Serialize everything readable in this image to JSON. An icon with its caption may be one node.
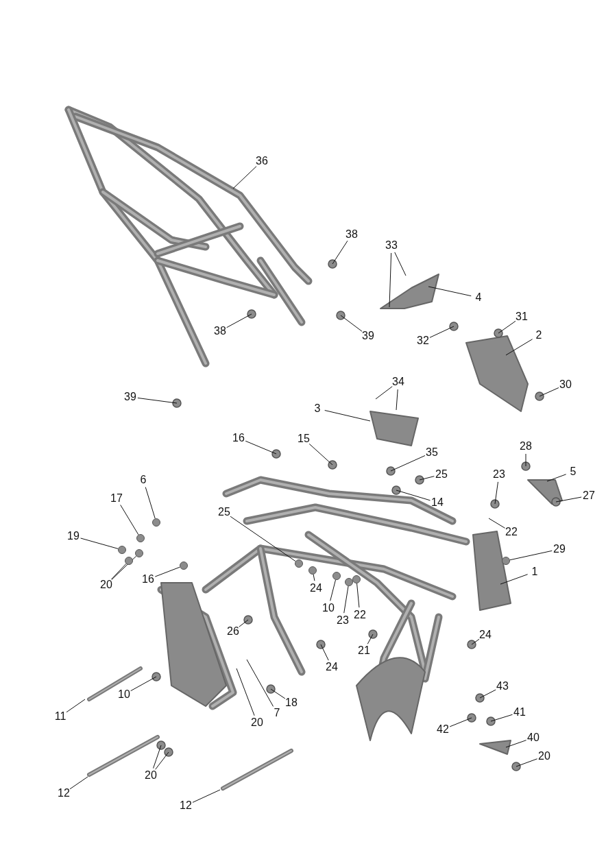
{
  "diagram": {
    "nodes": [
      {
        "text": [
          "36"
        ]
      },
      {
        "text": [
          "38"
        ]
      },
      {
        "text": [
          "33"
        ]
      },
      {
        "text": [
          "4"
        ]
      },
      {
        "text": [
          "38"
        ]
      },
      {
        "text": [
          "39"
        ]
      },
      {
        "text": [
          "31"
        ]
      },
      {
        "text": [
          "2"
        ]
      },
      {
        "text": [
          "32"
        ]
      },
      {
        "text": [
          "34"
        ]
      },
      {
        "text": [
          "30"
        ]
      },
      {
        "text": [
          "39"
        ]
      },
      {
        "text": [
          "3"
        ]
      },
      {
        "text": [
          "16"
        ]
      },
      {
        "text": [
          "15"
        ]
      },
      {
        "text": [
          "28"
        ]
      },
      {
        "text": [
          "35"
        ]
      },
      {
        "text": [
          "25"
        ]
      },
      {
        "text": [
          "5"
        ]
      },
      {
        "text": [
          "23"
        ]
      },
      {
        "text": [
          "14"
        ]
      },
      {
        "text": [
          "27"
        ]
      },
      {
        "text": [
          "6"
        ]
      },
      {
        "text": [
          "17"
        ]
      },
      {
        "text": [
          "25"
        ]
      },
      {
        "text": [
          "22"
        ]
      },
      {
        "text": [
          "19"
        ]
      },
      {
        "text": [
          "29"
        ]
      },
      {
        "text": [
          "16"
        ]
      },
      {
        "text": [
          "20"
        ]
      },
      {
        "text": [
          "1"
        ]
      },
      {
        "text": [
          "24"
        ]
      },
      {
        "text": [
          "10"
        ]
      },
      {
        "text": [
          "23"
        ]
      },
      {
        "text": [
          "22"
        ]
      },
      {
        "text": [
          "26"
        ]
      },
      {
        "text": [
          "24"
        ]
      },
      {
        "text": [
          "21"
        ]
      },
      {
        "text": [
          "24"
        ]
      },
      {
        "text": [
          "10"
        ]
      },
      {
        "text": [
          "11"
        ]
      },
      {
        "text": [
          "20"
        ]
      },
      {
        "text": [
          "7"
        ]
      },
      {
        "text": [
          "18"
        ]
      },
      {
        "text": [
          "43"
        ]
      },
      {
        "text": [
          "41"
        ]
      },
      {
        "text": [
          "42"
        ]
      },
      {
        "text": [
          "40"
        ]
      },
      {
        "text": [
          "20"
        ]
      },
      {
        "text": [
          "20"
        ]
      },
      {
        "text": [
          "12"
        ]
      },
      {
        "text": [
          "12"
        ]
      },
      {
        "text": [],
        "shape": "circle"
      },
      {
        "text": [],
        "shape": "circle"
      },
      {
        "text": [],
        "shape": "circle"
      },
      {
        "text": [],
        "shape": "circle"
      },
      {
        "text": [],
        "shape": "circle"
      },
      {
        "text": [],
        "shape": "circle"
      },
      {
        "text": [],
        "shape": "circle"
      },
      {
        "text": [],
        "shape": "circle"
      },
      {
        "text": [],
        "shape": "circle"
      },
      {
        "text": [],
        "shape": "circle"
      },
      {
        "text": [],
        "shape": "circle"
      },
      {
        "text": [],
        "shape": "circle"
      }
    ],
    "edges": [
      {
        "from": 0,
        "to": null,
        "arrow": "none"
      },
      {
        "from": 1,
        "to": null,
        "arrow": "none"
      },
      {
        "from": 2,
        "to": null,
        "arrow": "none"
      },
      {
        "from": 2,
        "to": null,
        "arrow": "none"
      },
      {
        "from": 3,
        "to": null,
        "arrow": "none"
      },
      {
        "from": 4,
        "to": null,
        "arrow": "none"
      },
      {
        "from": 5,
        "to": null,
        "arrow": "none"
      },
      {
        "from": 6,
        "to": null,
        "arrow": "none"
      },
      {
        "from": 7,
        "to": null,
        "arrow": "none"
      },
      {
        "from": 8,
        "to": null,
        "arrow": "none"
      },
      {
        "from": 9,
        "to": null,
        "arrow": "none"
      },
      {
        "from": 9,
        "to": null,
        "arrow": "none"
      },
      {
        "from": 10,
        "to": null,
        "arrow": "none"
      },
      {
        "from": 11,
        "to": null,
        "arrow": "none"
      },
      {
        "from": 12,
        "to": null,
        "arrow": "none"
      },
      {
        "from": 13,
        "to": null,
        "arrow": "none"
      },
      {
        "from": 14,
        "to": null,
        "arrow": "none"
      },
      {
        "from": 15,
        "to": null,
        "arrow": "none"
      },
      {
        "from": 16,
        "to": null,
        "arrow": "none"
      },
      {
        "from": 17,
        "to": null,
        "arrow": "none"
      },
      {
        "from": 18,
        "to": null,
        "arrow": "none"
      },
      {
        "from": 19,
        "to": null,
        "arrow": "none"
      },
      {
        "from": 20,
        "to": null,
        "arrow": "none"
      },
      {
        "from": 21,
        "to": null,
        "arrow": "none"
      },
      {
        "from": 22,
        "to": 57,
        "arrow": "none"
      },
      {
        "from": 23,
        "to": 58,
        "arrow": "none"
      },
      {
        "from": 24,
        "to": 59,
        "arrow": "none"
      },
      {
        "from": 25,
        "to": null,
        "arrow": "none"
      },
      {
        "from": 26,
        "to": 60,
        "arrow": "none"
      },
      {
        "from": 27,
        "to": 52,
        "arrow": "none"
      },
      {
        "from": 28,
        "to": 61,
        "arrow": "none"
      },
      {
        "from": 29,
        "to": 53,
        "arrow": "none"
      },
      {
        "from": 29,
        "to": 54,
        "arrow": "none"
      },
      {
        "from": 30,
        "to": null,
        "arrow": "none"
      },
      {
        "from": 31,
        "to": 62,
        "arrow": "none"
      },
      {
        "from": 32,
        "to": 55,
        "arrow": "none"
      },
      {
        "from": 33,
        "to": 56,
        "arrow": "none"
      },
      {
        "from": 34,
        "to": 63,
        "arrow": "none"
      },
      {
        "from": 35,
        "to": null,
        "arrow": "none"
      },
      {
        "from": 36,
        "to": null,
        "arrow": "none"
      },
      {
        "from": 37,
        "to": null,
        "arrow": "none"
      },
      {
        "from": 38,
        "to": null,
        "arrow": "none"
      },
      {
        "from": 39,
        "to": null,
        "arrow": "none"
      },
      {
        "from": 40,
        "to": null,
        "arrow": "none"
      },
      {
        "from": 41,
        "to": null,
        "arrow": "none"
      },
      {
        "from": 41,
        "to": null,
        "arrow": "none"
      },
      {
        "from": 42,
        "to": null,
        "arrow": "none"
      },
      {
        "from": 43,
        "to": null,
        "arrow": "none"
      },
      {
        "from": 44,
        "to": null,
        "arrow": "none"
      },
      {
        "from": 45,
        "to": null,
        "arrow": "none"
      },
      {
        "from": 46,
        "to": null,
        "arrow": "none"
      },
      {
        "from": 47,
        "to": null,
        "arrow": "none"
      },
      {
        "from": 48,
        "to": null,
        "arrow": "none"
      },
      {
        "from": 49,
        "to": null,
        "arrow": "none"
      },
      {
        "from": 50,
        "to": null,
        "arrow": "none"
      },
      {
        "from": 51,
        "to": null,
        "arrow": "none"
      }
    ]
  }
}
